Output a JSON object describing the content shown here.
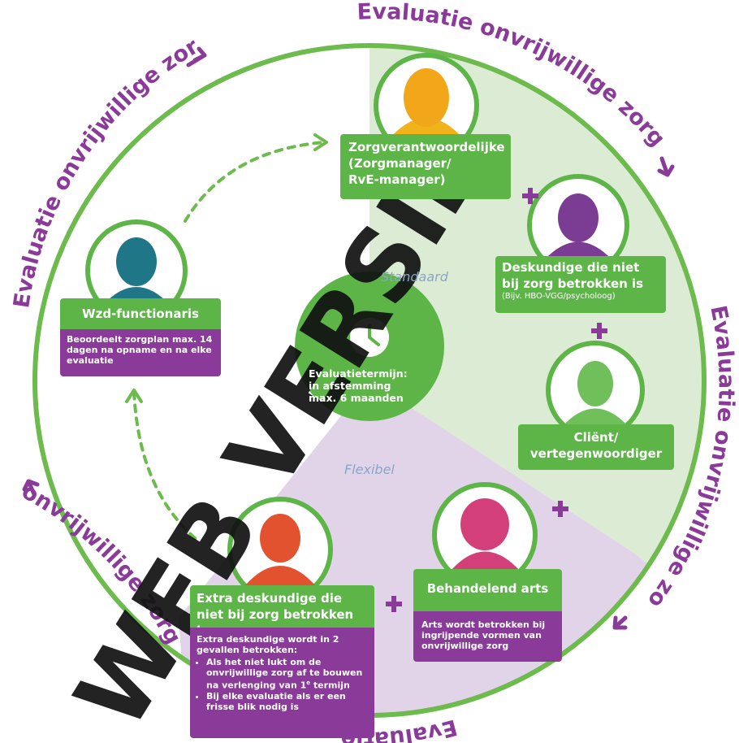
{
  "outer_labels": {
    "top_right": "Evaluatie onvrijwillige zorg",
    "right": "Evaluatie onvrijwillige zorg",
    "top_left": "Evaluatie onvrijwillige zorg",
    "bottom_left": "onvrijwillige zorg",
    "bottom": "Evaluatie"
  },
  "zones": {
    "standard": "Standaard",
    "flexible": "Flexibel"
  },
  "center": {
    "line1": "Evaluatietermijn:",
    "line2": "in afstemming",
    "line3": "max. 6 maanden"
  },
  "nodes": {
    "zorgverantwoordelijke": {
      "line1": "Zorgverantwoordelijke",
      "line2": "(Zorgmanager/",
      "line3": "RvE-manager)"
    },
    "deskundige": {
      "line1": "Deskundige die niet",
      "line2": "bij zorg betrokken is",
      "note": "(Bijv. HBO-VGG/psycholoog)"
    },
    "client": {
      "line1": "Cliënt/",
      "line2": "vertegenwoordiger"
    },
    "arts": {
      "title": "Behandelend arts",
      "desc": "Arts wordt betrokken bij ingrijpende vormen van onvrijwillige zorg"
    },
    "extra": {
      "line1": "Extra deskundige die",
      "line2": "niet bij zorg betrokken is",
      "desc_intro": "Extra deskundige wordt in 2 gevallen betrokken:",
      "bullet1_a": "Als het niet lukt om de onvrijwillige zorg af te bouwen na verlenging van 1",
      "bullet1_sup": "e",
      "bullet1_b": " termijn",
      "bullet2": "Bij elke evaluatie als er een frisse blik nodig is"
    },
    "wzd": {
      "title": "Wzd-functionaris",
      "desc": "Beoordeelt zorgplan max. 14 dagen na opname en na elke evaluatie"
    }
  },
  "watermark": "WEB VERSIE",
  "colors": {
    "green": "#5db548",
    "light_green": "#dcebd3",
    "purple": "#8a3a98",
    "light_purple": "#e1d3e8",
    "dark_teal": "#1f6f7e"
  }
}
